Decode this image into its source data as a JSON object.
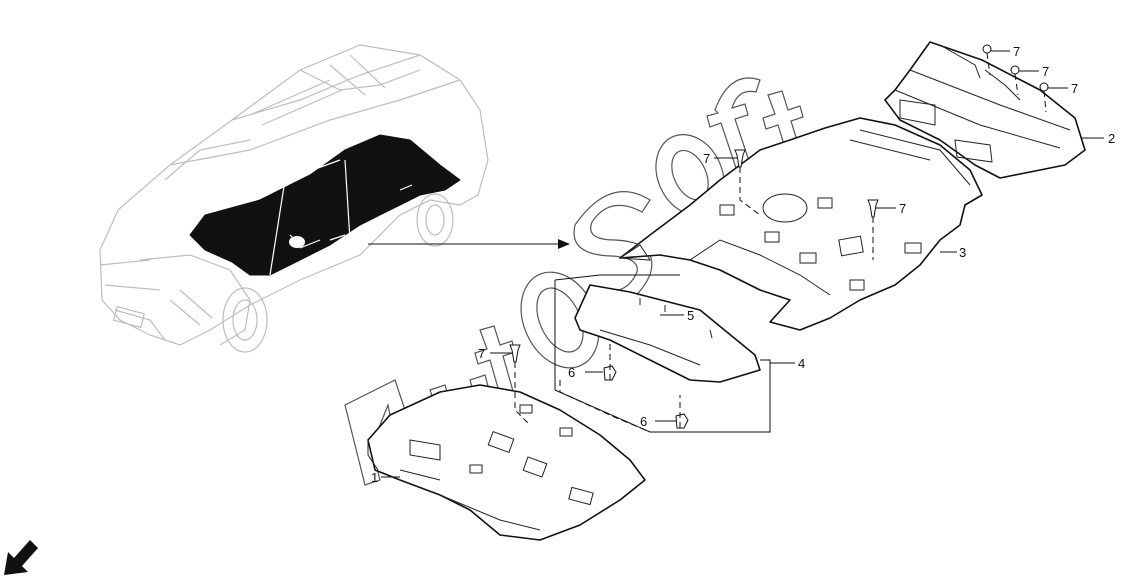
{
  "callouts": {
    "c1": "1",
    "c2": "2",
    "c3": "3",
    "c4": "4",
    "c5": "5",
    "c6a": "6",
    "c6b": "6",
    "c7a": "7",
    "c7b": "7",
    "c7c": "7",
    "c7d": "7",
    "c7e": "7"
  },
  "watermark": "AutoSoft",
  "colors": {
    "line": "#111111",
    "ghost": "#bdbdbd",
    "carpet": "#111111",
    "watermark": "#555555"
  },
  "icons": {
    "view_direction": "arrow-down-left-icon"
  }
}
